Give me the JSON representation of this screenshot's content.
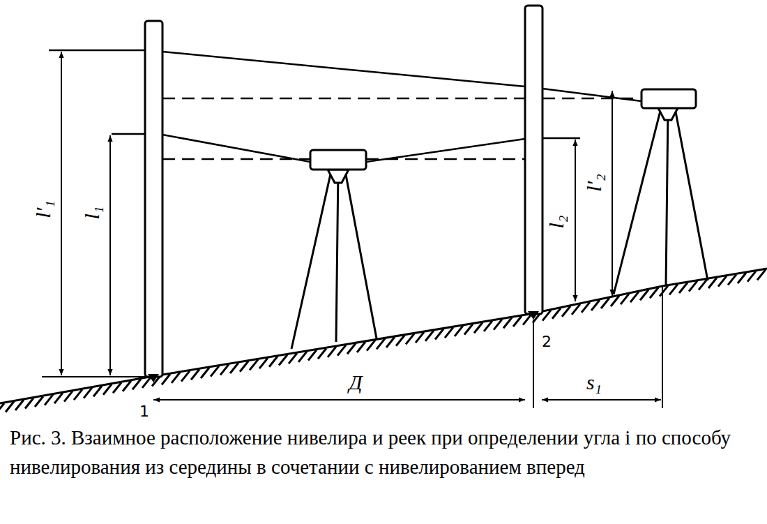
{
  "diagram": {
    "caption": "Рис. 3. Взаимное расположение нивелира и реек при определении угла i по способу нивелирования из середины в сочетании с нивелированием вперед",
    "labels": [
      "l′₁",
      "l₁",
      "l₂",
      "l′₂",
      "1",
      "2",
      "Д",
      "s₁"
    ]
  }
}
